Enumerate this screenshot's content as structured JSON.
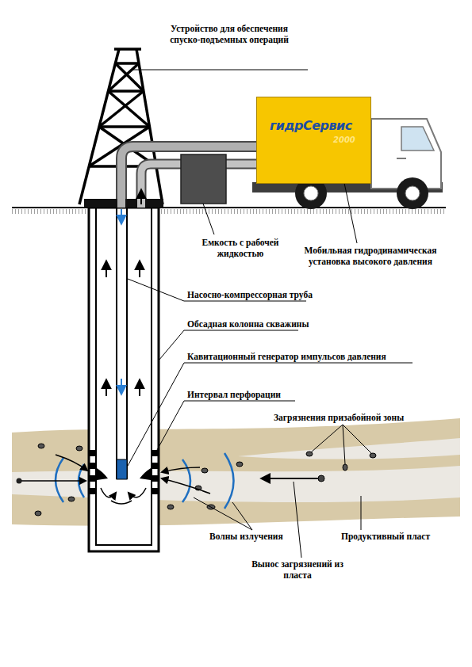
{
  "diagram": {
    "nodes": [
      {
        "text": [
          "гидрСервис",
          "2000"
        ]
      }
    ],
    "labels": [
      "Устройство для обеспечения спуско-подъемных операций",
      "Емкость с рабочей жидкостью",
      "Мобильная гидродинамическая установка высокого давления",
      "Насосно-компрессорная труба",
      "Обсадная колонна скважины",
      "Кавитационный генератор импульсов давления",
      "Интервал перфорации",
      "Загрязнения призабойной зоны",
      "Волны излучения",
      "Продуктивный пласт",
      "Вынос загрязнений из пласта"
    ]
  }
}
